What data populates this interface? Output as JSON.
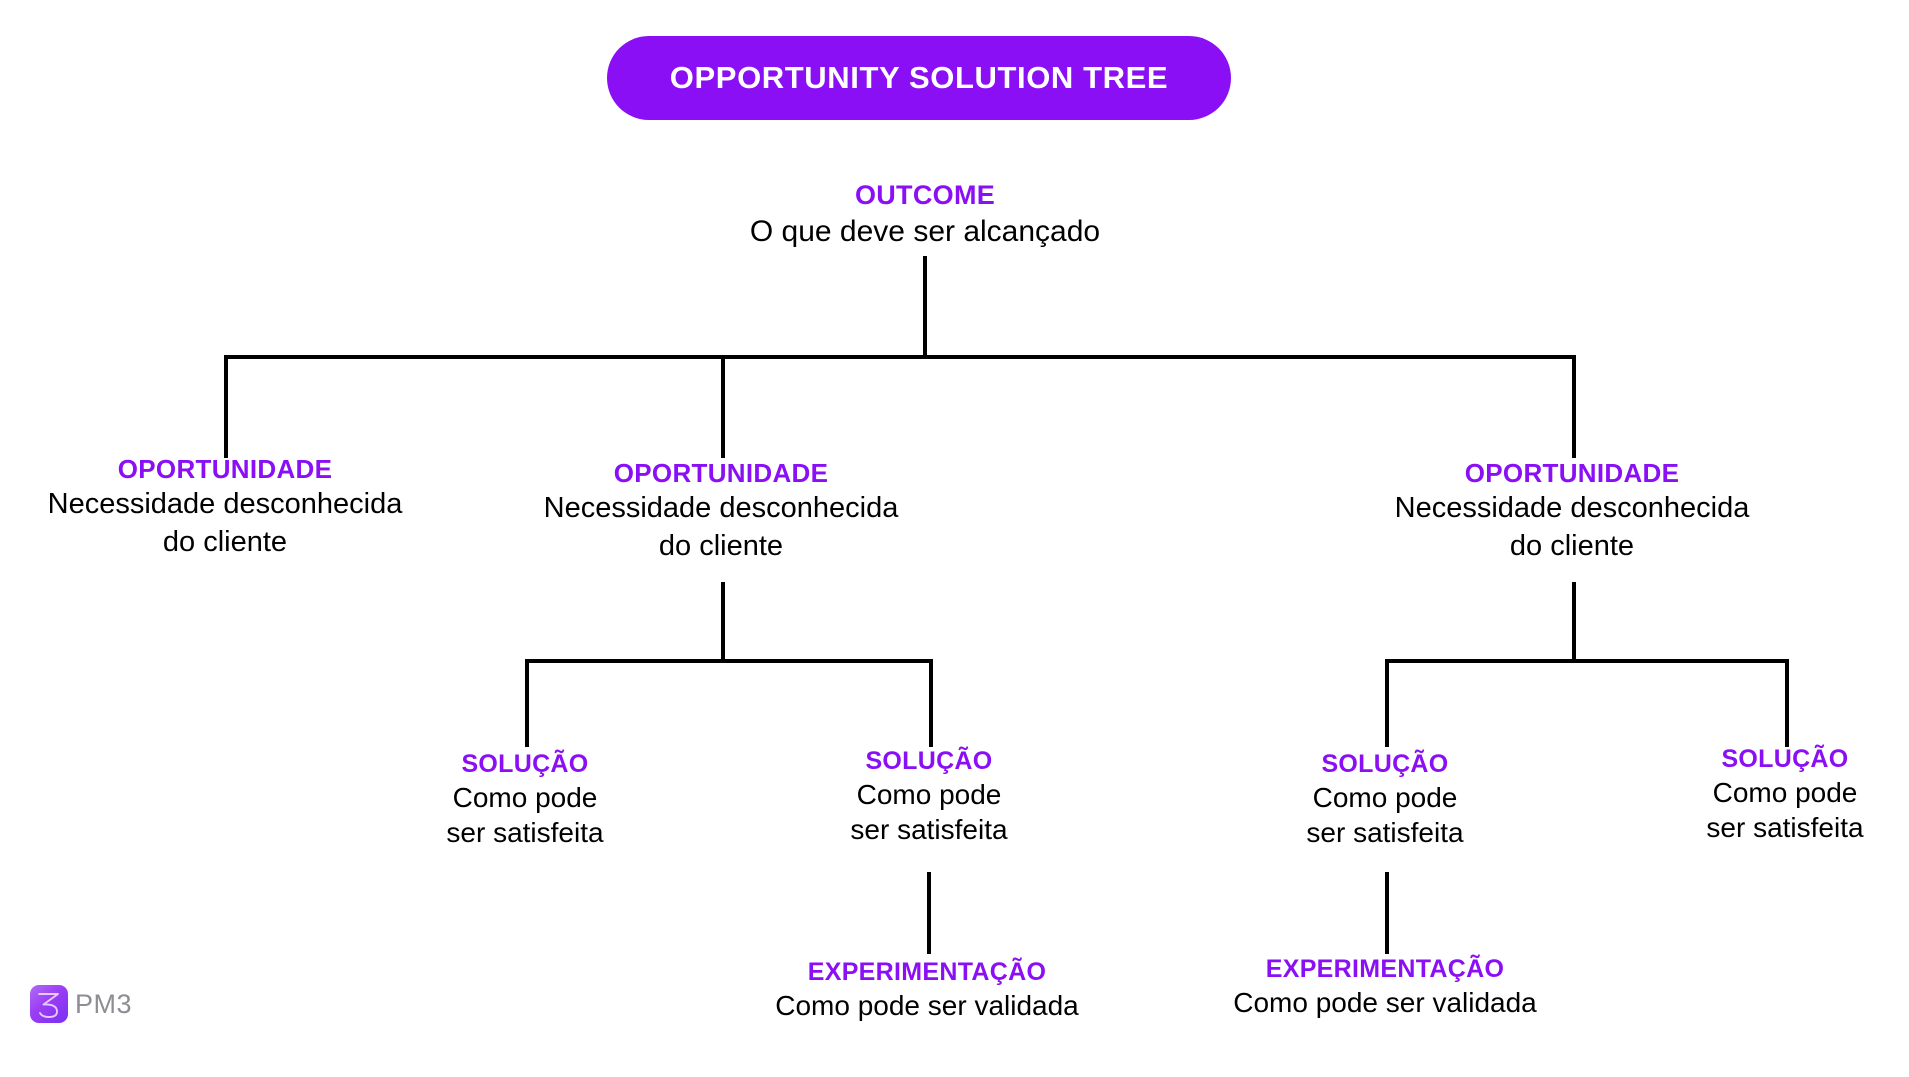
{
  "header": {
    "title": "OPPORTUNITY SOLUTION TREE",
    "pill_color": "#8B0FF5",
    "pill_text_color": "#FFFFFF"
  },
  "colors": {
    "accent_purple": "#8B0FF5",
    "text_black": "#000000",
    "connector_black": "#000000",
    "background": "#FFFFFF",
    "logo_gray": "#8D8D93"
  },
  "tree": {
    "outcome": {
      "label": "OUTCOME",
      "description": "O que deve ser alcançado"
    },
    "opportunities": [
      {
        "label": "OPORTUNIDADE",
        "description_line1": "Necessidade desconhecida",
        "description_line2": "do cliente"
      },
      {
        "label": "OPORTUNIDADE",
        "description_line1": "Necessidade desconhecida",
        "description_line2": "do cliente"
      },
      {
        "label": "OPORTUNIDADE",
        "description_line1": "Necessidade desconhecida",
        "description_line2": "do cliente"
      }
    ],
    "solutions": [
      {
        "label": "SOLUÇÃO",
        "description_line1": "Como pode",
        "description_line2": "ser satisfeita"
      },
      {
        "label": "SOLUÇÃO",
        "description_line1": "Como pode",
        "description_line2": "ser satisfeita"
      },
      {
        "label": "SOLUÇÃO",
        "description_line1": "Como pode",
        "description_line2": "ser satisfeita"
      },
      {
        "label": "SOLUÇÃO",
        "description_line1": "Como pode",
        "description_line2": "ser satisfeita"
      }
    ],
    "experiments": [
      {
        "label": "EXPERIMENTAÇÃO",
        "description": "Como pode  ser validada"
      },
      {
        "label": "EXPERIMENTAÇÃO",
        "description": "Como pode ser validada"
      }
    ]
  },
  "logo": {
    "wordmark": "PM3",
    "mark_glyph": "3"
  }
}
